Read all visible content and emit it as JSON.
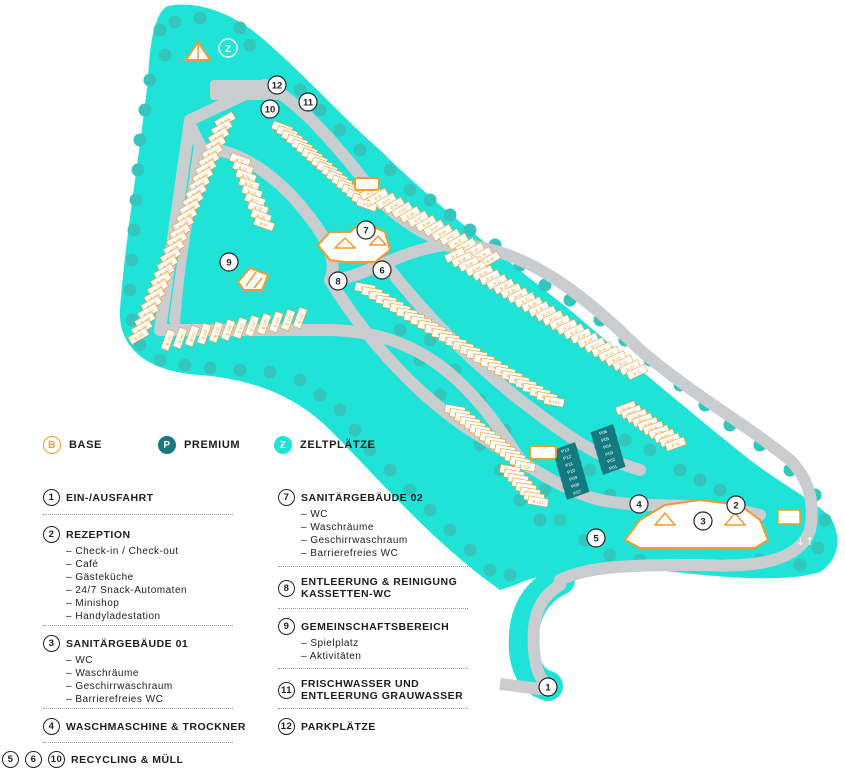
{
  "legend_types": {
    "base": {
      "symbol": "B",
      "label": "BASE",
      "color": "#f39a2c"
    },
    "premium": {
      "symbol": "P",
      "label": "PREMIUM",
      "color": "#137a80"
    },
    "zelt": {
      "symbol": "Z",
      "label": "ZELTPLÄTZE",
      "color": "#20e3d8"
    }
  },
  "legend_left": [
    {
      "num": "1",
      "title": "EIN-/AUSFAHRT",
      "items": []
    },
    {
      "num": "2",
      "title": "REZEPTION",
      "items": [
        "Check-in / Check-out",
        "Café",
        "Gästeküche",
        "24/7 Snack-Automaten",
        "Minishop",
        "Handyladestation"
      ]
    },
    {
      "num": "3",
      "title": "SANITÄRGEBÄUDE 01",
      "items": [
        "WC",
        "Waschräume",
        "Geschirrwaschraum",
        "Barrierefreies WC"
      ]
    },
    {
      "num": "4",
      "title": "WASCHMASCHINE & TROCKNER",
      "items": []
    },
    {
      "nums": [
        "5",
        "6",
        "10"
      ],
      "title": "RECYCLING & MÜLL",
      "items": []
    }
  ],
  "legend_right": [
    {
      "num": "7",
      "title": "SANITÄRGEBÄUDE 02",
      "items": [
        "WC",
        "Waschräume",
        "Geschirrwaschraum",
        "Barrierefreies WC"
      ]
    },
    {
      "num": "8",
      "title": "ENTLEERUNG & REINIGUNG",
      "title2": "KASSETTEN-WC",
      "items": []
    },
    {
      "num": "9",
      "title": "GEMEINSCHAFTSBEREICH",
      "items": [
        "Spielplatz",
        "Aktivitäten"
      ]
    },
    {
      "num": "11",
      "title": "FRISCHWASSER UND",
      "title2": "ENTLEERUNG GRAUWASSER",
      "items": []
    },
    {
      "num": "12",
      "title": "PARKPLÄTZE",
      "items": []
    }
  ],
  "map_markers": [
    "1",
    "2",
    "3",
    "4",
    "5",
    "6",
    "7",
    "8",
    "9",
    "10",
    "11",
    "12"
  ],
  "zone_symbol": "Z",
  "colors": {
    "turquoise": "#20e3d8",
    "tree": "#33c6bd",
    "road": "#c9cdd0",
    "orange": "#f39a2c",
    "premium": "#137a80"
  },
  "map_pitches": {
    "premium": [
      "P13",
      "P12",
      "P11",
      "P10",
      "P09",
      "P08",
      "P07",
      "P06",
      "P05",
      "P04",
      "P03",
      "P02",
      "P01"
    ],
    "left_column": [
      "B 171",
      "B 170",
      "B 169",
      "B 168",
      "B 167",
      "B 166",
      "B 165",
      "B 164",
      "B 163",
      "B 162",
      "B 161",
      "B 160",
      "B 159",
      "B 158",
      "B 157",
      "B 156",
      "B 155",
      "B 154",
      "B 153",
      "B 152",
      "B 151",
      "B 150",
      "B 149",
      "B 148",
      "B 147",
      "B 146",
      "B 145",
      "B 144"
    ],
    "bottom_row": [
      "B 143",
      "B 142",
      "B 141",
      "B 140",
      "B 139",
      "B 138",
      "B 137",
      "B 136",
      "B 135",
      "B 134",
      "B 133",
      "B 132"
    ],
    "inner_block": [
      "B 72",
      "B 73",
      "B 74",
      "B 75",
      "B 76",
      "B 77",
      "B 78",
      "B 79",
      "B 80"
    ],
    "block_a": [
      "B 71",
      "B 70",
      "B 69",
      "B 68",
      "B 67",
      "B 66",
      "B 65",
      "B 64",
      "B 63",
      "B 62",
      "B 61",
      "B 60",
      "B 59",
      "B 58",
      "B 57",
      "B 56",
      "B 55",
      "B 54"
    ],
    "block_b": [
      "B 53",
      "B 52",
      "B 51",
      "B 50",
      "B 49",
      "B 48",
      "B 47",
      "B 46",
      "B 45",
      "B 44",
      "B 43",
      "B 42",
      "B 41",
      "B 40",
      "B 39",
      "B 38"
    ],
    "block_c": [
      "B 81",
      "B 82",
      "B 83",
      "B 84",
      "B 85",
      "B 86",
      "B 87",
      "B 88",
      "B 89",
      "B 90",
      "B 91",
      "B 92",
      "B 93",
      "B 94",
      "B 95",
      "B 96",
      "B 97",
      "B 98",
      "B 99",
      "B 100",
      "B 101",
      "B 102",
      "B 103",
      "B 104",
      "B 105",
      "B 106",
      "B 107",
      "B 108"
    ],
    "block_d": [
      "B 37",
      "B 36",
      "B 35",
      "B 34",
      "B 33",
      "B 32",
      "B 31",
      "B 30",
      "B 29",
      "B 28",
      "B 27",
      "B 26",
      "B 25",
      "B 24",
      "B 23",
      "B 22",
      "B 21",
      "B 20",
      "B 19",
      "B 18",
      "B 17",
      "B 16",
      "B 15",
      "B 14",
      "B 13",
      "B 12",
      "B 11"
    ],
    "block_e": [
      "B 109",
      "B 110",
      "B 111",
      "B 112",
      "B 113",
      "B 114",
      "B 115",
      "B 116",
      "B 117",
      "B 118",
      "B 119",
      "B 120",
      "B 121",
      "B 122",
      "B 123"
    ],
    "block_f": [
      "B 124",
      "B 125",
      "B 126",
      "B 127",
      "B 128",
      "B 129",
      "B 130",
      "B 131"
    ],
    "block_g": [
      "B 10",
      "B 09",
      "B 08",
      "B 07",
      "B 06",
      "B 05",
      "B 04",
      "B 03",
      "B 02",
      "B 01"
    ]
  }
}
